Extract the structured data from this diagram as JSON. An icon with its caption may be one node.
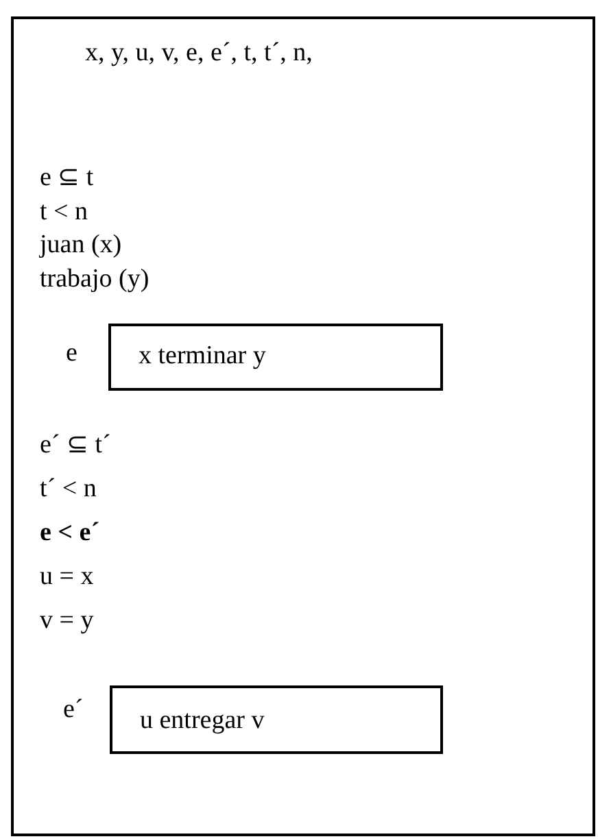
{
  "diagram": {
    "nodes": [
      {
        "text": [
          "x, y, u, v, e, e´, t, t´, n,",
          "e ⊆ t",
          "t < n",
          "juan (x)",
          "trabajo (y)",
          "e´ ⊆ t´",
          "t´ < n",
          "e < e´",
          "u = x",
          "v = y"
        ]
      },
      {
        "text": [
          "x terminar y"
        ],
        "in": 0,
        "beside": [
          "e"
        ]
      },
      {
        "text": [
          "u entregar v"
        ],
        "in": 0,
        "beside": [
          "e´"
        ]
      }
    ]
  }
}
